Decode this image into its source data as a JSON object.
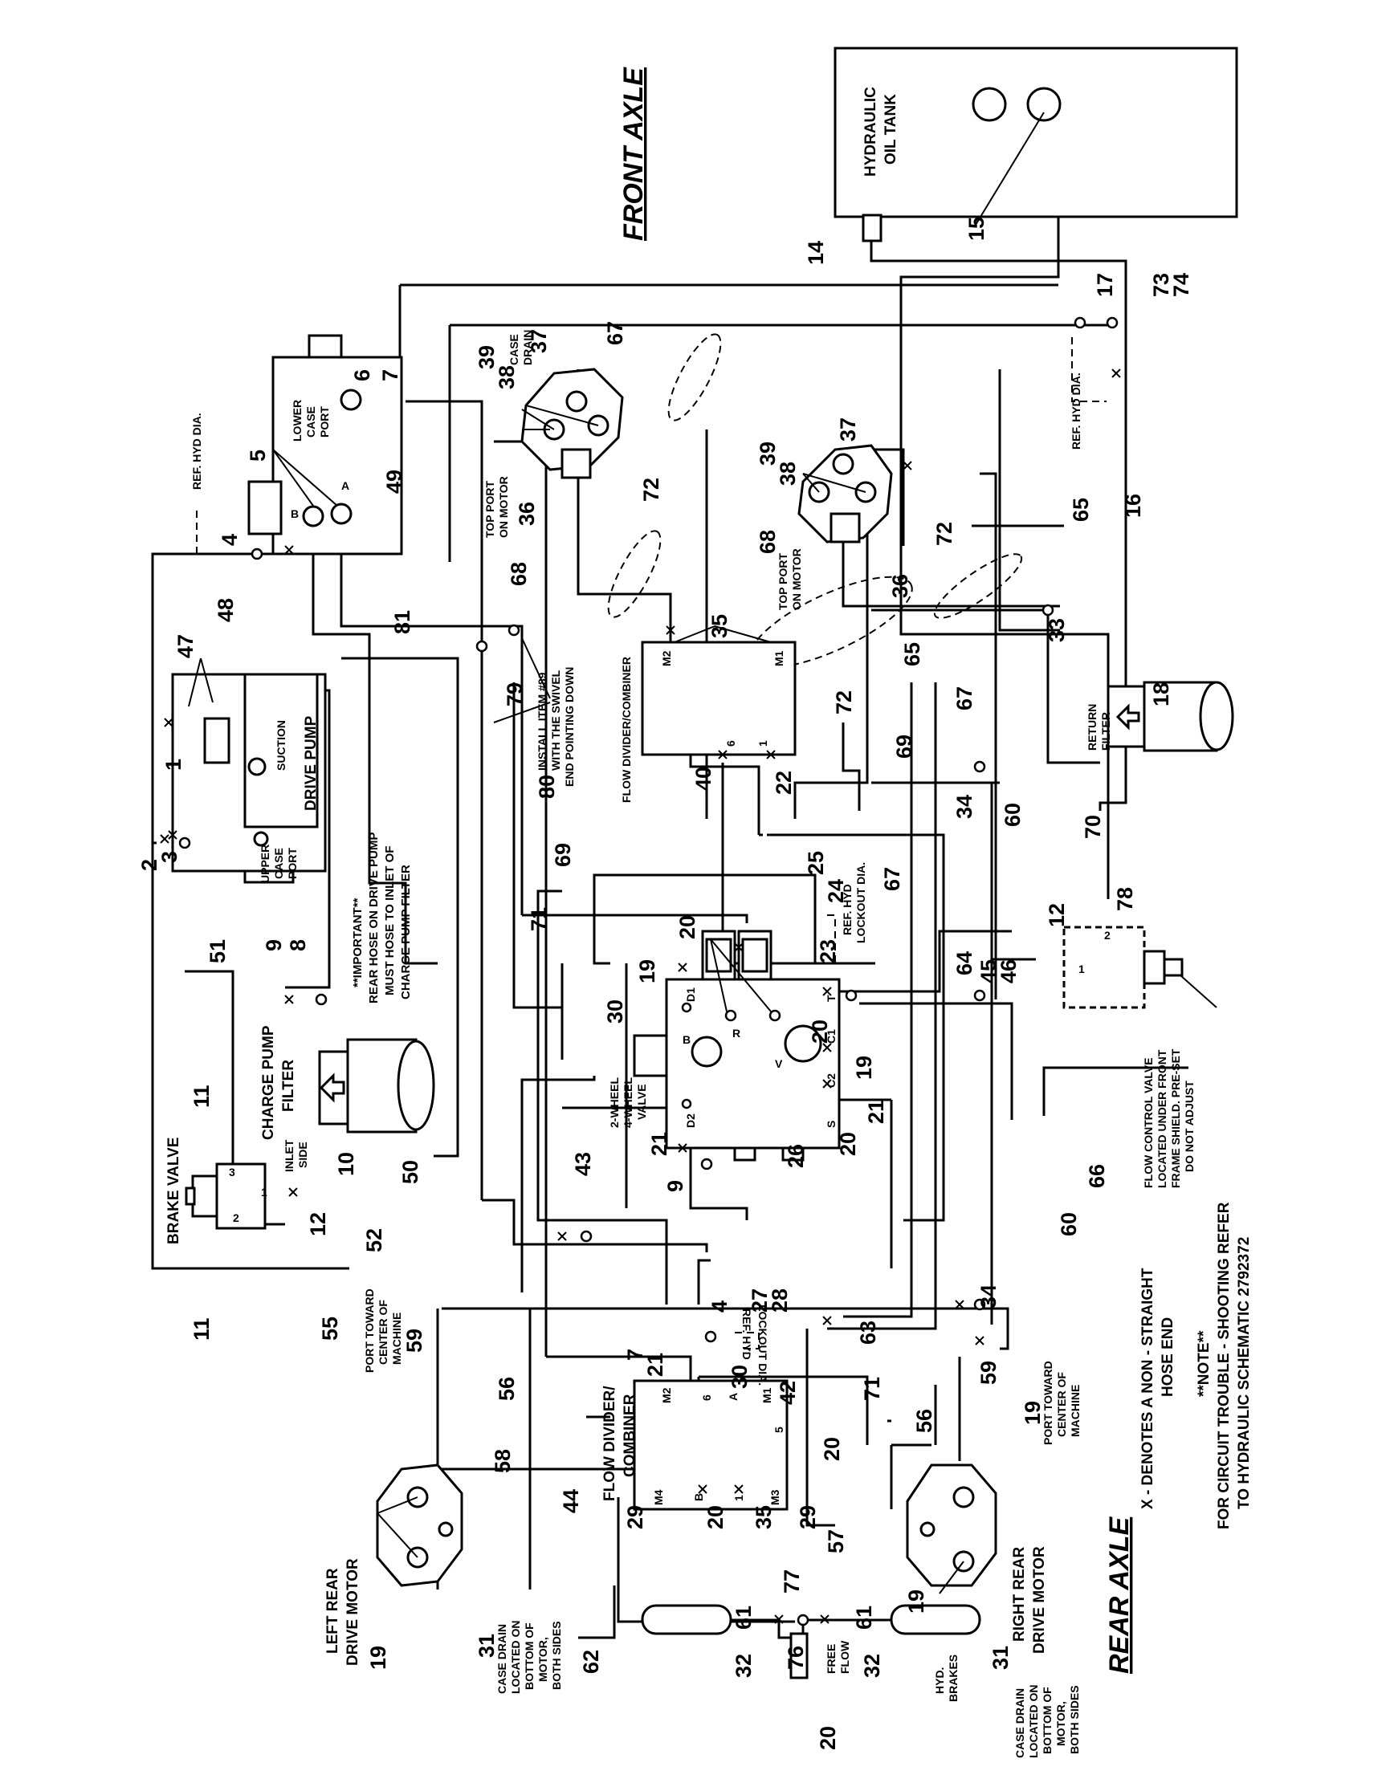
{
  "axles": {
    "front": "FRONT AXLE",
    "rear": "REAR AXLE"
  },
  "tank": {
    "line1": "HYDRAULIC",
    "line2": "OIL TANK"
  },
  "notes": {
    "x_denotes_1": "X - DENOTES A NON - STRAIGHT",
    "x_denotes_2": "HOSE END",
    "note_title": "**NOTE**",
    "note_1": "FOR CIRCUIT TROUBLE - SHOOTING REFER",
    "note_2": "TO HYDRAULIC SCHEMATIC 2792372",
    "important_1": "**IMPORTANT**",
    "important_2": "REAR HOSE ON DRIVE PUMP",
    "important_3": "MUST HOSE TO INLET OF",
    "important_4": "CHARGE PUMP FILTER",
    "install_1": "INSTALL ITEM #89",
    "install_2": "WITH THE SWIVEL",
    "install_3": "END POINTING DOWN",
    "flow_control_1": "FLOW CONTROL VALVE",
    "flow_control_2": "LOCATED UNDER FRONT",
    "flow_control_3": "FRAME SHIELD. PRE-SET",
    "flow_control_4": "DO NOT ADJUST"
  },
  "labels": {
    "ref_hyd_dia": "REF. HYD DIA.",
    "ref_hyd_dia_2": "REF. HYD DIA.",
    "lower_case_port_1": "LOWER",
    "lower_case_port_2": "CASE",
    "lower_case_port_3": "PORT",
    "upper_case_port_1": "UPPER",
    "upper_case_port_2": "CASE",
    "upper_case_port_3": "PORT",
    "suction": "SUCTION",
    "drive_pump": "DRIVE PUMP",
    "charge_filter_1": "CHARGE PUMP",
    "charge_filter_2": "FILTER",
    "inlet_side_1": "INLET",
    "inlet_side_2": "SIDE",
    "brake_valve": "BRAKE VALVE",
    "case_drain_1": "CASE",
    "case_drain_2": "DRAIN",
    "top_port_1": "TOP PORT",
    "top_port_2": "ON MOTOR",
    "top_port_b1": "TOP PORT",
    "top_port_b2": "ON MOTOR",
    "flow_div_front": "FLOW DIVIDER/COMBINER",
    "return_filter_1": "RETURN",
    "return_filter_2": "FILTER",
    "two_four_1": "2-WHEEL",
    "two_four_2": "4-WHEEL",
    "two_four_3": "VALVE",
    "ref_lockout_1": "REF. HYD",
    "ref_lockout_2": "LOCKOUT DIA.",
    "ref_lockout_b1": "REF. HYD",
    "ref_lockout_b2": "LOCKOUT DIA.",
    "flow_div_rear_1": "FLOW DIVIDER/",
    "flow_div_rear_2": "COMBINER",
    "left_motor_1": "LEFT REAR",
    "left_motor_2": "DRIVE MOTOR",
    "right_motor_1": "RIGHT REAR",
    "right_motor_2": "DRIVE MOTOR",
    "port_toward_l1": "PORT TOWARD",
    "port_toward_l2": "CENTER OF",
    "port_toward_l3": "MACHINE",
    "port_toward_r1": "PORT TOWARD",
    "port_toward_r2": "CENTER OF",
    "port_toward_r3": "MACHINE",
    "case_drain_l1": "CASE DRAIN",
    "case_drain_l2": "LOCATED ON",
    "case_drain_l3": "BOTTOM OF",
    "case_drain_l4": "MOTOR,",
    "case_drain_l5": "BOTH SIDES",
    "case_drain_r1": "CASE DRAIN",
    "case_drain_r2": "LOCATED ON",
    "case_drain_r3": "BOTTOM OF",
    "case_drain_r4": "MOTOR,",
    "case_drain_r5": "BOTH SIDES",
    "free_flow_1": "FREE",
    "free_flow_2": "FLOW",
    "hyd_brakes_1": "HYD.",
    "hyd_brakes_2": "BRAKES"
  },
  "ports": {
    "pump_b": "B",
    "pump_a": "A",
    "m2": "M2",
    "m1": "M1",
    "p6": "6",
    "p1": "1",
    "d1": "D1",
    "d2": "D2",
    "vb": "B",
    "vr": "R",
    "vv": "V",
    "vt": "T",
    "vc1": "C1",
    "vc2": "C2",
    "vs": "S",
    "r_m2": "M2",
    "r_6": "6",
    "r_a": "A",
    "r_m1": "M1",
    "r_5": "5",
    "r_m4": "M4",
    "r_b": "B",
    "r_1": "1",
    "r_m3": "M3",
    "bv1": "1",
    "bv2": "2",
    "bv3": "3",
    "fc1": "1",
    "fc2": "2"
  },
  "callouts": {
    "c1": "1",
    "c2": "2",
    "c3": "3",
    "c4": "4",
    "c5": "5",
    "c6": "6",
    "c7": "7",
    "c8": "8",
    "c9": "9",
    "c9b": "9",
    "c10": "10",
    "c11": "11",
    "c11b": "11",
    "c12": "12",
    "c12b": "12",
    "c14": "14",
    "c15": "15",
    "c16": "16",
    "c17": "17",
    "c18": "18",
    "c19a": "19",
    "c19b": "19",
    "c19c": "19",
    "c19d": "19",
    "c19e": "19",
    "c20a": "20",
    "c20b": "20",
    "c20c": "20",
    "c20d": "20",
    "c20e": "20",
    "c21a": "21",
    "c21b": "21",
    "c21c": "21",
    "c22": "22",
    "c23": "23",
    "c24": "24",
    "c25": "25",
    "c26": "26",
    "c4b": "4",
    "c27": "27",
    "c28": "28",
    "c7b": "7",
    "c29a": "29",
    "c29b": "29",
    "c30": "30",
    "c30b": "30",
    "c31a": "31",
    "c31b": "31",
    "c32a": "32",
    "c32b": "32",
    "c33": "33",
    "c34": "34",
    "c34b": "34",
    "c35": "35",
    "c35b": "35",
    "c36a": "36",
    "c36b": "36",
    "c37a": "37",
    "c37b": "37",
    "c38a": "38",
    "c38b": "38",
    "c39a": "39",
    "c39b": "39",
    "c40": "40",
    "c42": "42",
    "c43": "43",
    "c44": "44",
    "c45": "45",
    "c46": "46",
    "c47": "47",
    "c48": "48",
    "c49": "49",
    "c50": "50",
    "c51": "51",
    "c52": "52",
    "c55": "55",
    "c56": "56",
    "c56b": "56",
    "c57": "57",
    "c58": "58",
    "c59": "59",
    "c59b": "59",
    "c60": "60",
    "c60b": "60",
    "c61a": "61",
    "c61b": "61",
    "c62": "62",
    "c63": "63",
    "c64": "64",
    "c65": "65",
    "c65b": "65",
    "c66": "66",
    "c67": "67",
    "c67b": "67",
    "c67c": "67",
    "c68": "68",
    "c68b": "68",
    "c69": "69",
    "c69b": "69",
    "c70": "70",
    "c71": "71",
    "c71b": "71",
    "c72a": "72",
    "c72b": "72",
    "c72c": "72",
    "c73": "73",
    "c74": "74",
    "c76": "76",
    "c77": "77",
    "c78": "78",
    "c79": "79",
    "c80": "80",
    "c81": "81"
  }
}
